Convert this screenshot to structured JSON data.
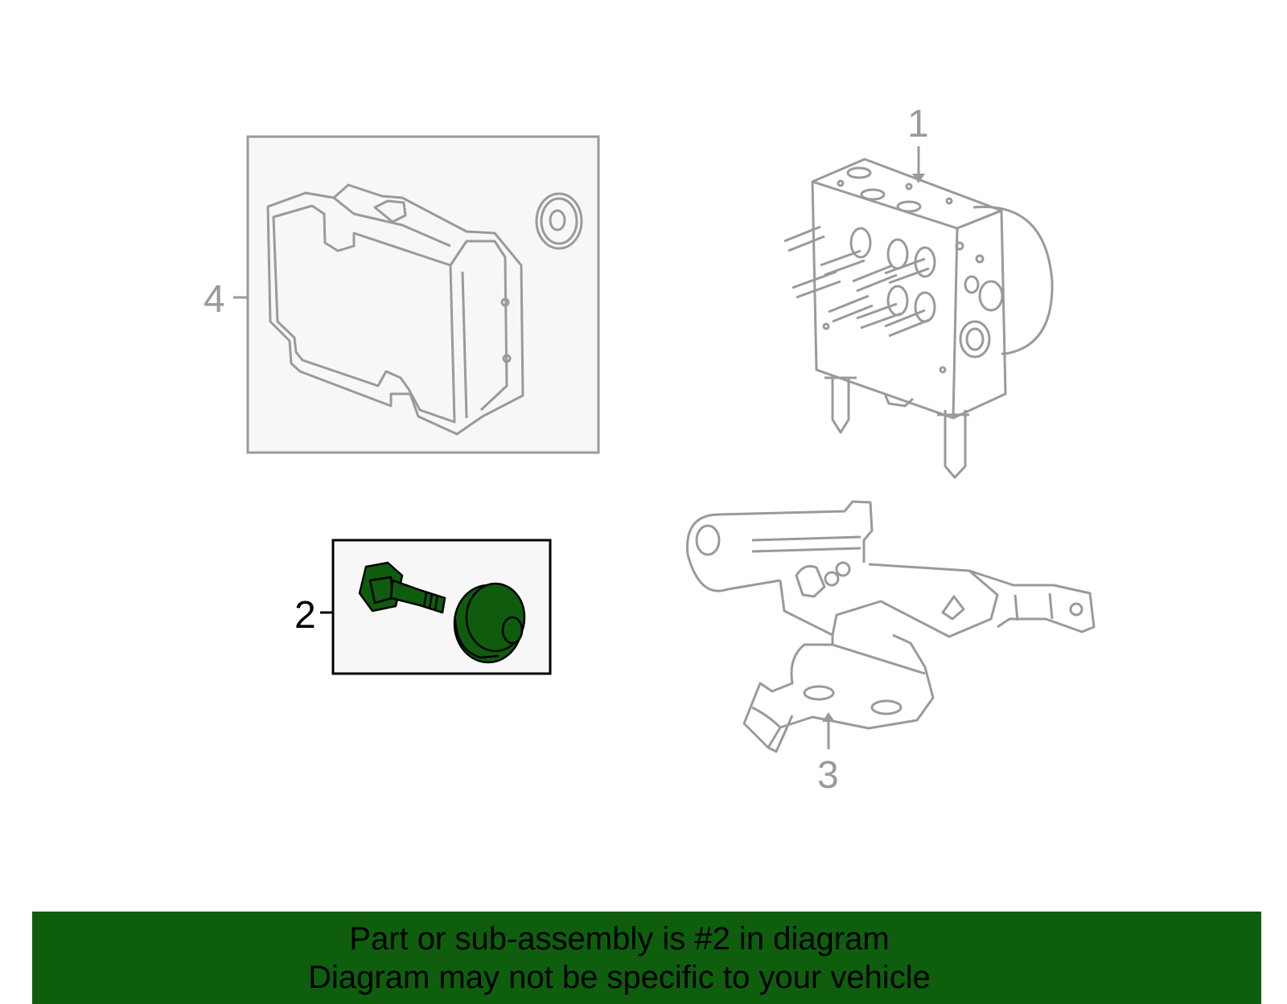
{
  "callouts": {
    "part1": "1",
    "part2": "2",
    "part3": "3",
    "part4": "4"
  },
  "banner": {
    "line1": "Part or sub-assembly is #2 in diagram",
    "line2": "Diagram may not be specific to your vehicle"
  },
  "colors": {
    "banner_background": "#0e5e0e",
    "highlight_part": "#0f5c0f",
    "outline_gray": "#9a9a9a",
    "box_fill": "#f7f7f7"
  },
  "icons": {
    "part1": "abs-modulator-valve-icon",
    "part2": "bolt-and-insulator-icon",
    "part3": "mounting-bracket-icon",
    "part4": "electronic-control-unit-icon"
  },
  "highlighted_callout": "2"
}
